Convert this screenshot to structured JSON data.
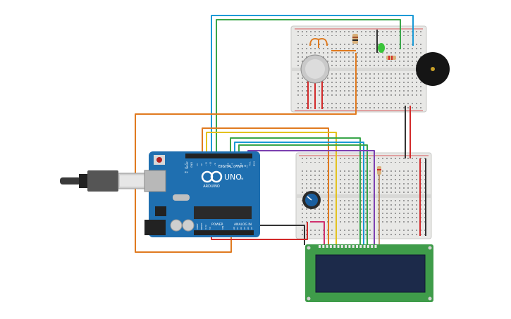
{
  "arduino": {
    "brand": "ARDUINO",
    "model": "UNO",
    "digital_label": "DIGITAL (PWM~)",
    "power_label": "POWER",
    "analog_label": "ANALOG IN",
    "aref_label": "AREF",
    "gnd_label": "GND",
    "tx_label": "TX",
    "rx_label": "RX",
    "l_label": "L",
    "on_label": "ON",
    "ioref_label": "IOREF",
    "reset_label": "RESET",
    "v33_label": "3.3V",
    "v5_label": "5V",
    "vin_label": "VIN",
    "digital_pins": [
      "13",
      "12",
      "~11",
      "~10",
      "~9",
      "8",
      "7",
      "~6",
      "~5",
      "4",
      "~3",
      "2",
      "TX 1",
      "RX 0"
    ],
    "analog_pins": [
      "A0",
      "A1",
      "A2",
      "A3",
      "A4",
      "A5"
    ]
  },
  "colors": {
    "arduino_board": "#1f6fb0",
    "breadboard": "#e8e8e6",
    "lcd_pcb": "#3f9c4a",
    "lcd_screen": "#1c2a4a",
    "wire_orange": "#e07a1f",
    "wire_blue": "#1a9ad6",
    "wire_green": "#3aa64a",
    "wire_red": "#d22a2a",
    "wire_black": "#333333",
    "wire_yellow": "#e3c21e",
    "wire_purple": "#7b3fb0",
    "wire_pink": "#d0306e",
    "wire_gray": "#7b7b7b"
  },
  "components": [
    {
      "name": "gas-sensor",
      "icon": "gas-sensor-icon"
    },
    {
      "name": "green-led",
      "icon": "led-icon"
    },
    {
      "name": "resistor",
      "icon": "resistor-icon"
    },
    {
      "name": "piezo-buzzer",
      "icon": "buzzer-icon"
    },
    {
      "name": "potentiometer",
      "icon": "potentiometer-icon"
    },
    {
      "name": "lcd-16x2",
      "icon": "lcd-icon"
    },
    {
      "name": "usb-cable",
      "icon": "usb-plug-icon"
    }
  ]
}
